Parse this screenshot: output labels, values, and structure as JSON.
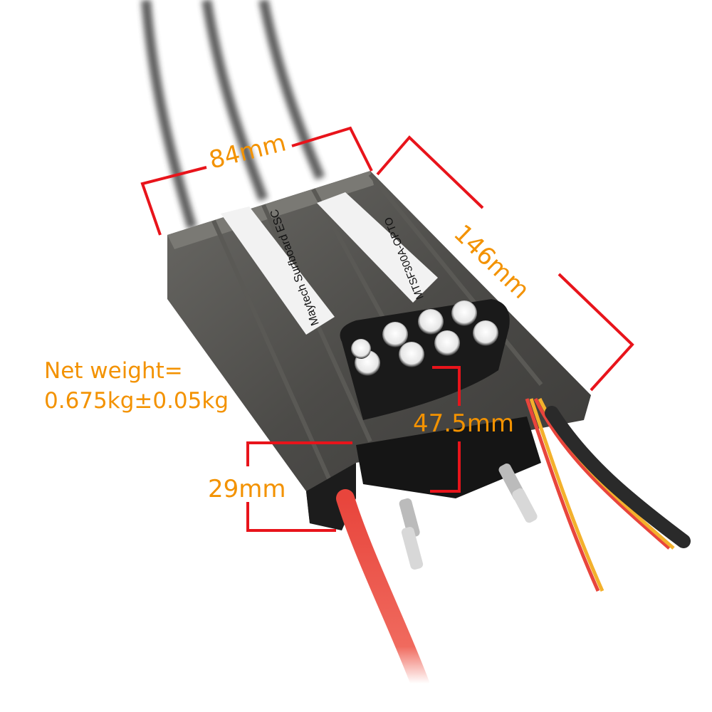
{
  "product": {
    "name": "Maytech Surfboard ESC",
    "label_1": "Maytech Surfboard ESC",
    "label_2": "MTSF300A-OPTO"
  },
  "annotations": {
    "width": "84mm",
    "length": "146mm",
    "height_total": "47.5mm",
    "height_body": "29mm",
    "weight_line1": "Net weight=",
    "weight_line2": "0.675kg±0.05kg"
  },
  "colors": {
    "annotation_text": "#f39200",
    "dimension_line": "#e8141b",
    "housing": "#4a4a48",
    "capacitor_block": "#1a1a1a",
    "power_wire": "#e8453c",
    "background": "#ffffff"
  }
}
